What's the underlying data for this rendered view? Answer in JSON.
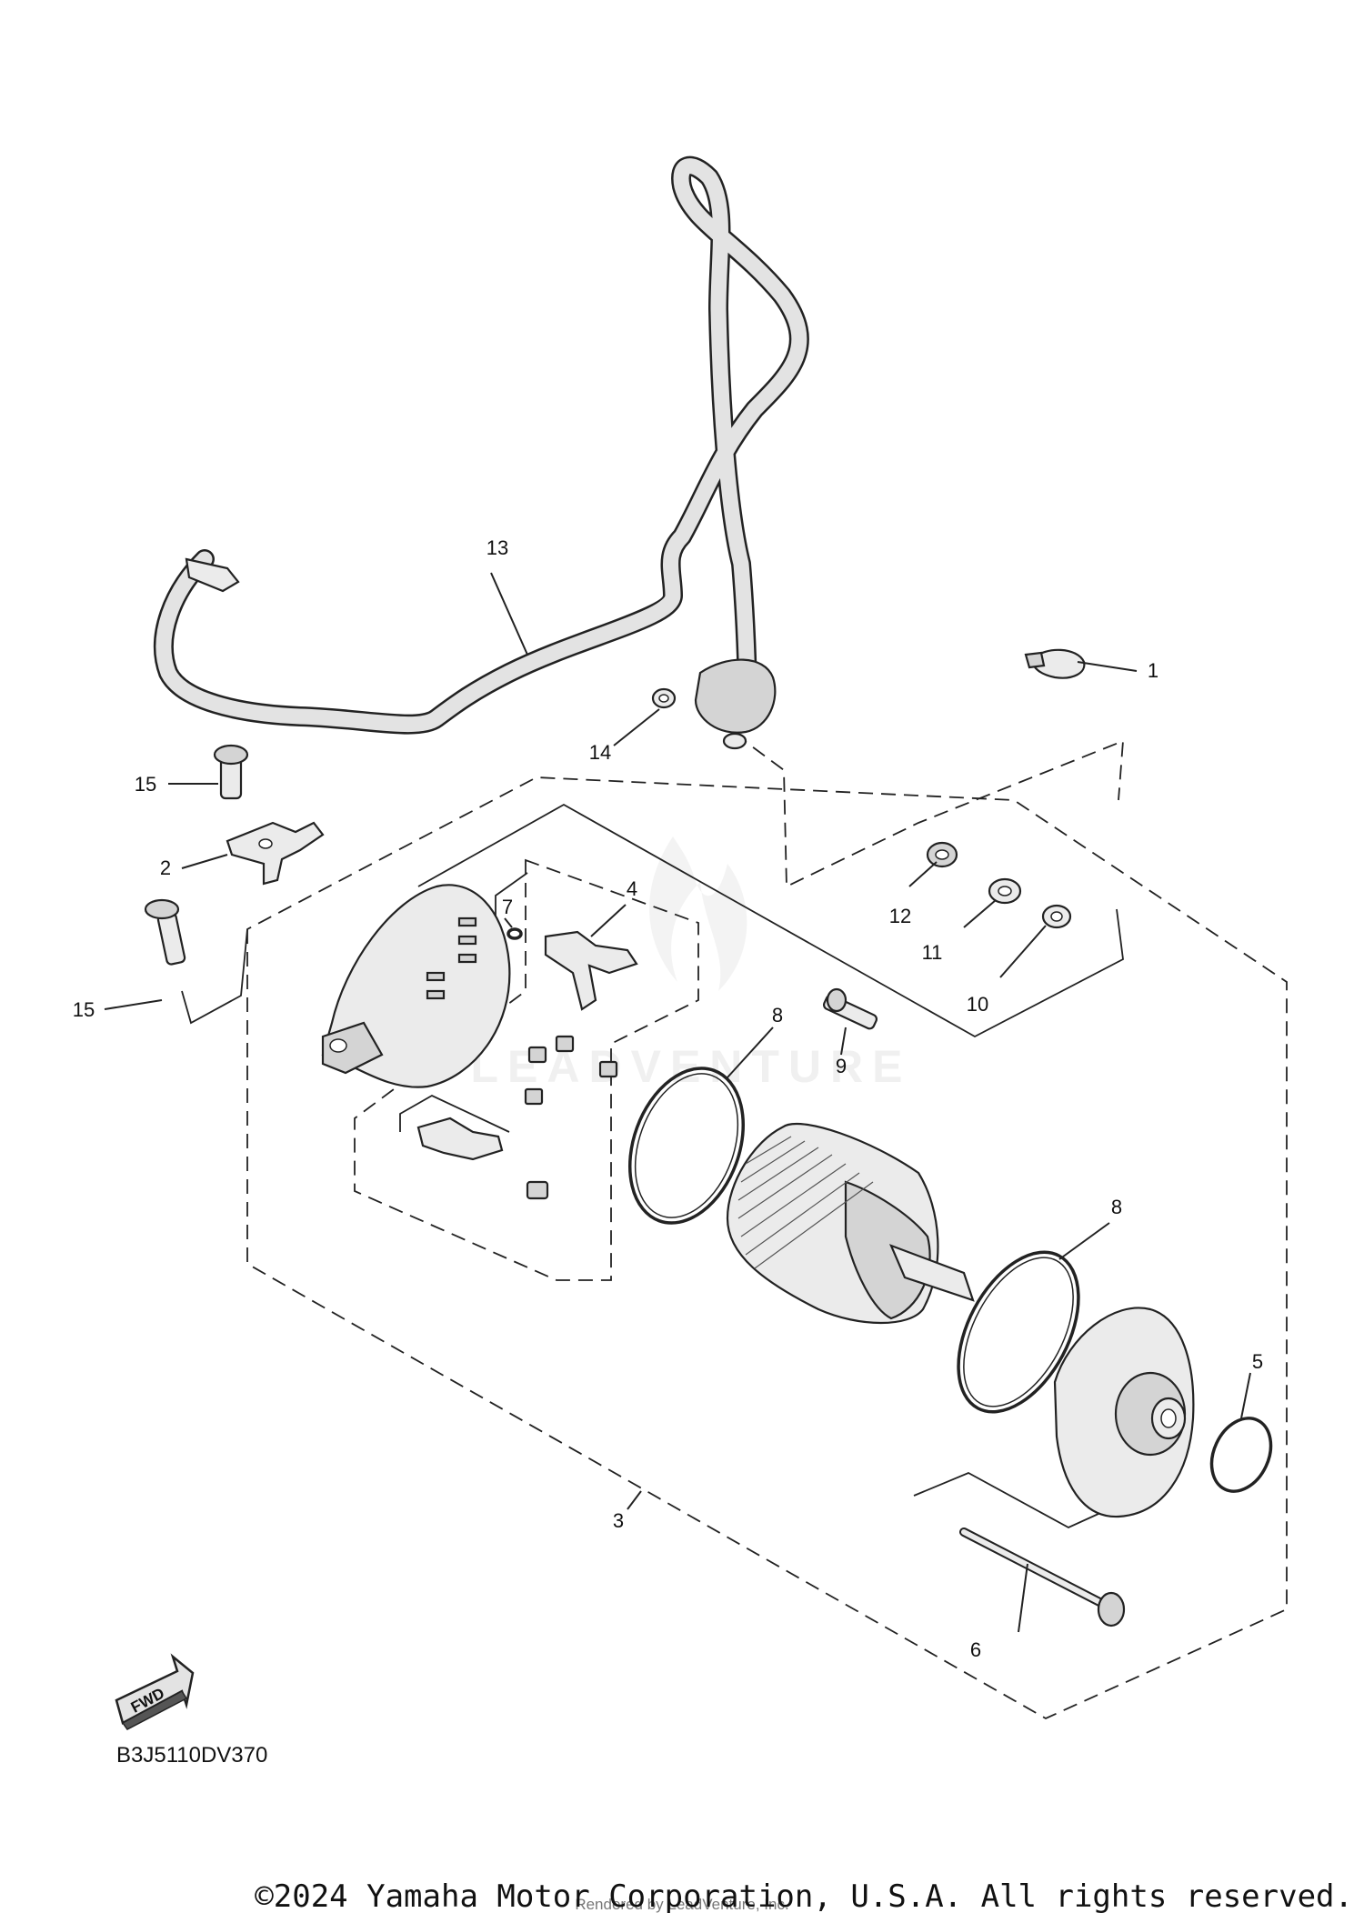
{
  "diagram": {
    "code": "B3J5110DV370",
    "fwd_label": "FWD",
    "watermark": "LEADVENTURE",
    "callouts": [
      "1",
      "2",
      "3",
      "4",
      "5",
      "6",
      "7",
      "8",
      "8",
      "9",
      "10",
      "11",
      "12",
      "13",
      "14",
      "15",
      "15"
    ]
  },
  "footer": {
    "copyright": "©2024 Yamaha Motor Corporation, U.S.A. All rights reserved.",
    "rendered_by": "Rendered by LeadVenture, Inc."
  }
}
